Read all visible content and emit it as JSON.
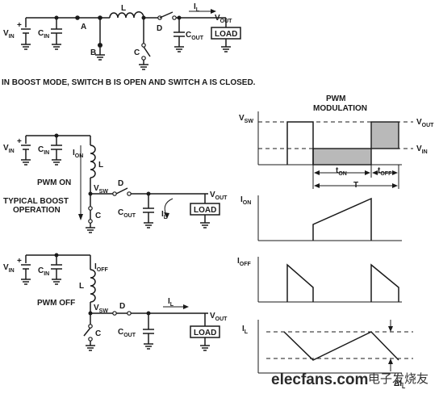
{
  "caption": "IN BOOST MODE, SWITCH B IS OPEN AND SWITCH A IS CLOSED.",
  "labels": {
    "vin": "V",
    "vin_sub": "IN",
    "cin": "C",
    "cin_sub": "IN",
    "cout": "C",
    "cout_sub": "OUT",
    "vout": "V",
    "vout_sub": "OUT",
    "load": "LOAD",
    "l": "L",
    "il": "I",
    "il_sub": "L",
    "node_a": "A",
    "node_b": "B",
    "node_c": "C",
    "node_d": "D",
    "ion": "I",
    "ion_sub": "ON",
    "ioff": "I",
    "ioff_sub": "OFF",
    "vsw": "V",
    "vsw_sub": "SW",
    "plus": "+"
  },
  "panels": {
    "pwm_on": "PWM ON",
    "typical_boost_1": "TYPICAL BOOST",
    "typical_boost_2": "OPERATION",
    "pwm_off": "PWM OFF"
  },
  "waveforms": {
    "pwm_mod_1": "PWM",
    "pwm_mod_2": "MODULATION",
    "vsw_axis": "V",
    "vsw_axis_sub": "SW",
    "vout_level": "V",
    "vout_level_sub": "OUT",
    "vin_level": "V",
    "vin_level_sub": "IN",
    "ton": "t",
    "ton_sub": "ON",
    "toff": "t",
    "toff_sub": "OFF",
    "period": "T",
    "ion_axis": "I",
    "ion_axis_sub": "ON",
    "ioff_axis": "I",
    "ioff_axis_sub": "OFF",
    "il_axis": "I",
    "il_axis_sub": "L",
    "delta_il": "ΔI",
    "delta_il_sub": "L"
  },
  "watermark": {
    "site": "elecfans.com",
    "cn": "电子发烧友"
  }
}
